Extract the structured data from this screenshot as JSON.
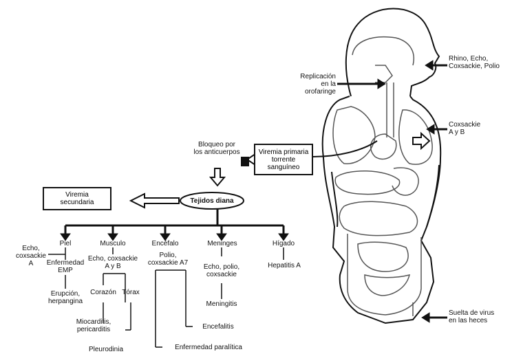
{
  "labels": {
    "rhino": "Rhino, Echo,\nCoxsackie, Polio",
    "replicacion": "Replicación\nen la\norofaringe",
    "coxsackie_ab": "Coxsackie\nA y B",
    "bloqueo": "Bloqueo por\nlos anticuerpos",
    "viremia_primaria": "Viremia primaria\ntorrente\nsanguíneo",
    "viremia_secundaria": "Viremia\nsecundaria",
    "tejidos_diana": "Tejidos diana",
    "suelta": "Suelta de virus\nen las heces"
  },
  "targets": [
    {
      "name": "Piel",
      "sub": "Enfermedad\nEMP",
      "side": "Echo,\ncoxsackie\nA",
      "below": "Erupción,\nherpangina"
    },
    {
      "name": "Musculo",
      "agents": "Echo, coxsackie\nA y B",
      "left": "Corazón",
      "right": "Tórax",
      "below": "Miocarditis,\npericarditis",
      "bottom": "Pleurodinia"
    },
    {
      "name": "Encéfalo",
      "agents": "Polio,\ncoxsackie A7",
      "right": "Encefalitis",
      "bottom": "Enfermedad paralítica"
    },
    {
      "name": "Meninges",
      "agents": "Echo, polio,\ncoxsackie",
      "below": "Meningitis"
    },
    {
      "name": "Hígado",
      "below": "Hepatitis A"
    }
  ]
}
